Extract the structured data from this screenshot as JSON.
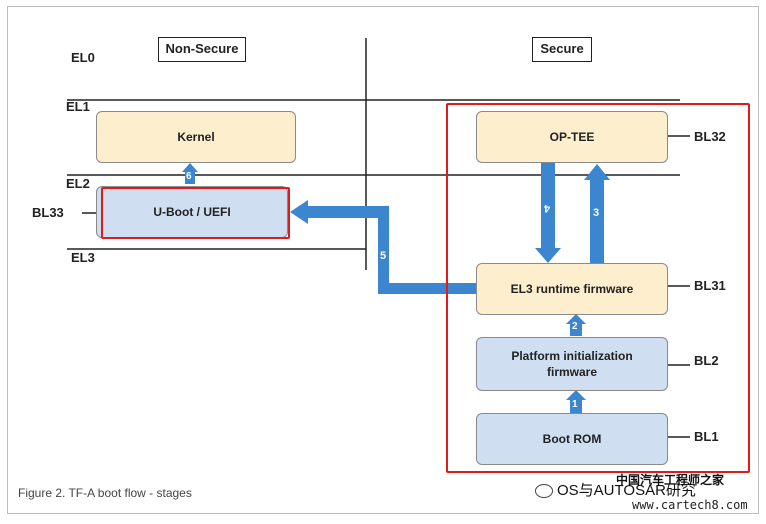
{
  "headers": {
    "non_secure": "Non-Secure",
    "secure": "Secure"
  },
  "levels": {
    "el0": "EL0",
    "el1": "EL1",
    "el2": "EL2",
    "el3": "EL3"
  },
  "boxes": {
    "kernel": "Kernel",
    "uboot": "U-Boot / UEFI",
    "optee": "OP-TEE",
    "el3_runtime": "EL3 runtime firmware",
    "platform_init": "Platform initialization firmware",
    "boot_rom": "Boot ROM"
  },
  "bl_labels": {
    "bl33": "BL33",
    "bl32": "BL32",
    "bl31": "BL31",
    "bl2": "BL2",
    "bl1": "BL1"
  },
  "steps": {
    "s1": "1",
    "s2": "2",
    "s3": "3",
    "s4": "4",
    "s5": "5",
    "s6": "6"
  },
  "caption": "Figure 2.  TF-A boot flow - stages",
  "watermark": {
    "text": "OS与AUTOSAR研究",
    "site": "www.cartech8.com",
    "brand": "中国汽车工程师之家"
  },
  "colors": {
    "arrow": "#3b86cf",
    "highlight": "#e01b1b",
    "yellow_box": "#fdeecd",
    "blue_box": "#cfdff1"
  }
}
